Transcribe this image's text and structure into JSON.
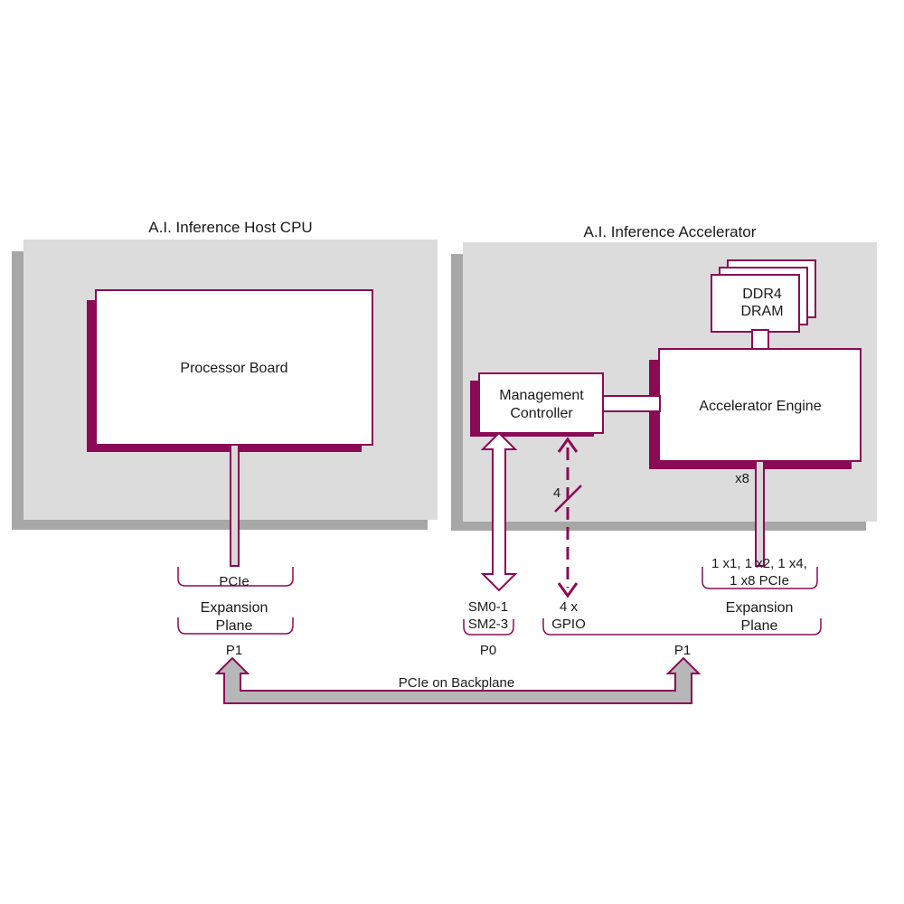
{
  "colors": {
    "accent": "#8a0a56",
    "panel": "#dcdcdc",
    "panel_shadow": "#a7a7a7",
    "box_fill": "#ffffff",
    "text": "#1a1a1a"
  },
  "host": {
    "title": "A.I. Inference Host CPU",
    "processor_board": "Processor Board",
    "expansion_top": "PCIe",
    "expansion_mid": "Expansion",
    "expansion_bot": "Plane",
    "port": "P1"
  },
  "accelerator": {
    "title": "A.I. Inference Accelerator",
    "dram_line1": "DDR4",
    "dram_line2": "DRAM",
    "engine": "Accelerator Engine",
    "mgmt_line1": "Management",
    "mgmt_line2": "Controller",
    "lanes": "x8",
    "pcie_line1": "1 x1, 1 x2, 1 x4,",
    "pcie_line2": "1 x8 PCIe",
    "expansion_mid": "Expansion",
    "expansion_bot": "Plane",
    "sm_line1": "SM0-1",
    "sm_line2": "SM2-3",
    "p0": "P0",
    "gpio_count": "4",
    "gpio_line1": "4 x",
    "gpio_line2": "GPIO",
    "port": "P1"
  },
  "backplane": {
    "label": "PCIe on Backplane"
  }
}
